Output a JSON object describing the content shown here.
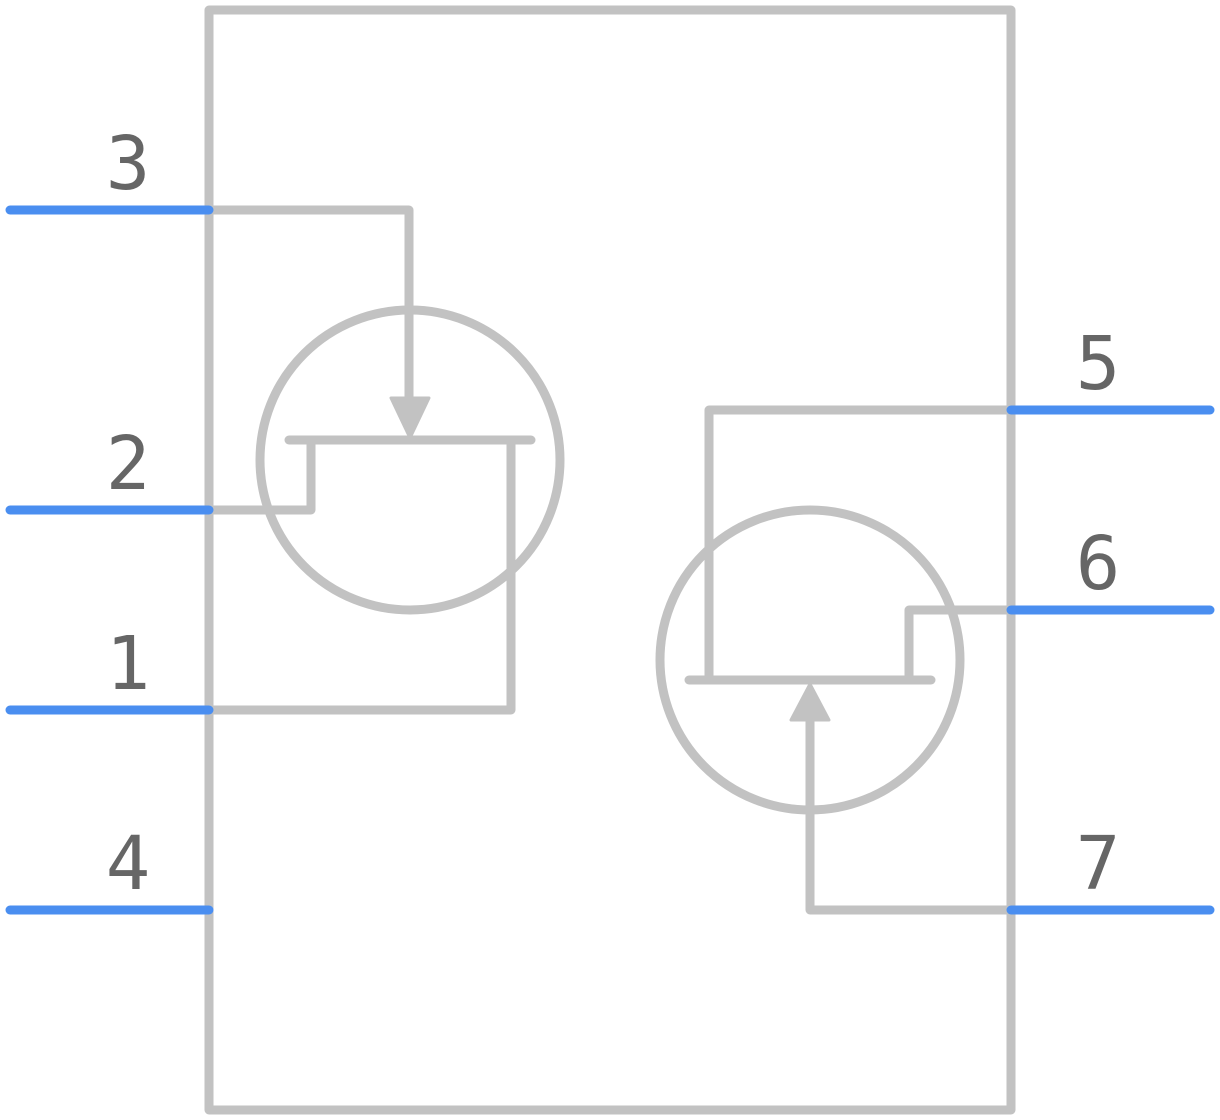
{
  "colors": {
    "body": "#c2c2c2",
    "pin": "#4a8ef0",
    "label": "#666666",
    "background": "#ffffff"
  },
  "pins": {
    "pin3": {
      "label": "3"
    },
    "pin2": {
      "label": "2"
    },
    "pin1": {
      "label": "1"
    },
    "pin4": {
      "label": "4"
    },
    "pin5": {
      "label": "5"
    },
    "pin6": {
      "label": "6"
    },
    "pin7": {
      "label": "7"
    }
  }
}
